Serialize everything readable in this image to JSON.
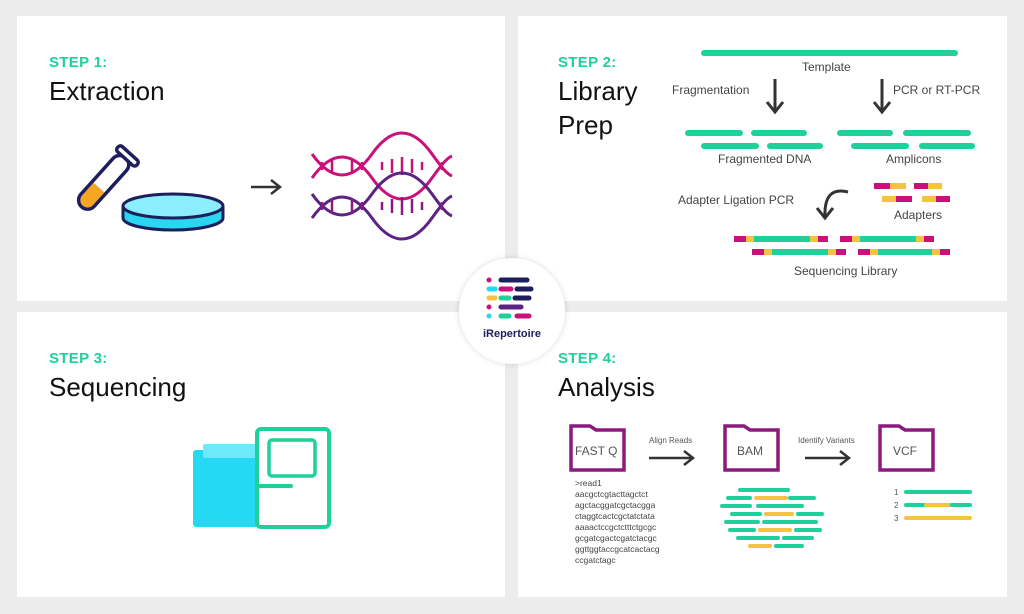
{
  "steps": [
    {
      "step": "STEP 1:",
      "title": "Extraction"
    },
    {
      "step": "STEP 2:",
      "title_line1": "Library",
      "title_line2": "Prep"
    },
    {
      "step": "STEP 3:",
      "title": "Sequencing"
    },
    {
      "step": "STEP 4:",
      "title": "Analysis"
    }
  ],
  "library_prep": {
    "template": "Template",
    "fragmentation": "Fragmentation",
    "pcr": "PCR or RT-PCR",
    "fragmented_dna": "Fragmented DNA",
    "amplicons": "Amplicons",
    "adapter_ligation": "Adapter Ligation PCR",
    "adapters": "Adapters",
    "sequencing_library": "Sequencing Library"
  },
  "analysis": {
    "files": [
      "FAST Q",
      "BAM",
      "VCF"
    ],
    "align_reads": "Align Reads",
    "identify_variants": "Identify Variants",
    "fastq_lines": [
      ">read1",
      "aacgctcgtacttagctct",
      "agctacggatcgctacgga",
      "ctaggtcactcgctatctata",
      "aaaactccgctctttctgcgc",
      "gcgatcgactcgatctacgc",
      "ggttggtaccgcatcactacg",
      "ccgatctagc"
    ],
    "vcf_numbers": [
      "1",
      "2",
      "3"
    ]
  },
  "logo": {
    "text": "iRepertoire"
  },
  "colors": {
    "green": "#1fd09a",
    "magenta": "#c8127a",
    "purple": "#5b2483",
    "yellow": "#f5c244",
    "cyan": "#25d8f4",
    "navy": "#1d1f5c",
    "dark": "#444444"
  }
}
